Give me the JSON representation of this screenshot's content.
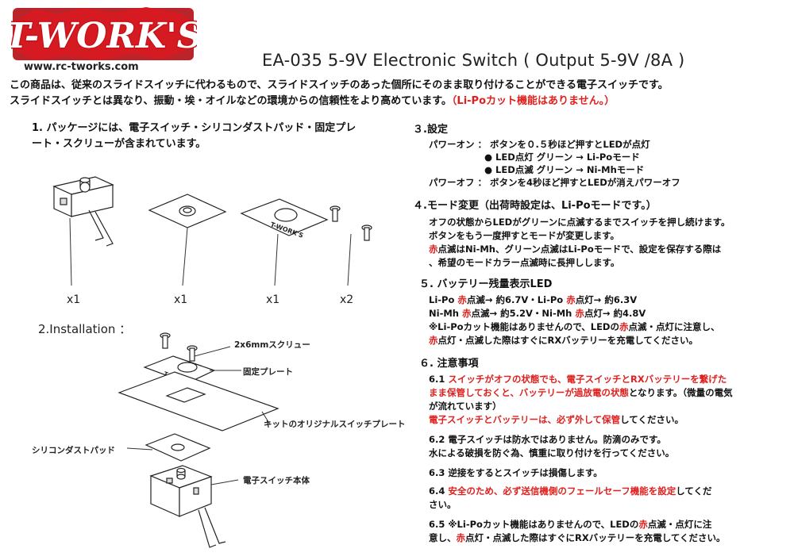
{
  "logo": {
    "text": "T-WORK'S",
    "url": "www.rc-tworks.com"
  },
  "header": {
    "title": "EA-035  5-9V Electronic  Switch ( Output 5-9V /8A )"
  },
  "intro": {
    "line1": "この商品は、従来のスライドスイッチに代わるもので、スライドスイッチのあった個所にそのまま取り付けることができる電子スイッチです。",
    "line2_pre": "スライドスイッチとは異なり、振動・埃・オイルなどの環境からの信頼性をより高めています。",
    "line2_red": "（Li-Poカット機能はありません。）"
  },
  "section1": {
    "line1": "1. パッケージには、電子スイッチ・シリコンダストパッド・固定プレ",
    "line2": "ート・スクリューが含まれています。",
    "qty": [
      "x1",
      "x1",
      "x1",
      "x2"
    ],
    "plate_logo": "T-WORK'S"
  },
  "section2": {
    "title": "2.Installation  ：",
    "labels": {
      "screw": "2x6mmスクリュー",
      "plate": "固定プレート",
      "orig": "キットのオリジナルスイッチプレート",
      "pad": "シリコンダストパッド",
      "body": "電子スイッチ本体"
    }
  },
  "section3": {
    "title": "３.設定",
    "on": "パワーオン ：  ボタンを０.５秒ほど押すとLEDが点灯",
    "b1": "● LED点灯 グリーン → Li-Poモード",
    "b2": "● LED点滅 グリーン → Ni-Mhモード",
    "off": "パワーオフ ： ボタンを4秒ほど押すとLEDが消えパワーオフ"
  },
  "section4": {
    "title": "４.モード変更（出荷時設定は、Li-Poモードです。）",
    "l1": "オフの状態からLEDがグリーンに点滅するまでスイッチを押し続けます。",
    "l2": "ボタンをもう一度押すとモードが変更します。",
    "l3_red": "赤",
    "l3": "点滅はNi-Mh、グリーン点滅はLi-Poモードで、設定を保存する際は",
    "l4": "、希望のモードカラー点滅時に長押しします。"
  },
  "section5": {
    "title": "５. バッテリー残量表示LED",
    "r1a": "Li-Po ",
    "r1b": "赤",
    "r1c": "点滅→ 約6.7V・Li-Po ",
    "r1d": "赤",
    "r1e": "点灯→ 約6.3V",
    "r2a": "Ni-Mh ",
    "r2b": "赤",
    "r2c": "点滅→ 約5.2V・Ni-Mh ",
    "r2d": "赤",
    "r2e": "点灯→ 約4.8V",
    "r3a": "※Li-Poカット機能はありませんので、LEDの",
    "r3b": "赤",
    "r3c": "点滅・点灯に注意し、",
    "r4a": "赤",
    "r4b": "点灯・点滅した際はすぐにRXバッテリーを充電してください。"
  },
  "section6": {
    "title": "６. 注意事項",
    "n61_num": "6.1 ",
    "n61_red": "スイッチがオフの状態でも、電子スイッチとRXバッテリーを繋げた",
    "n61_red2": "まま保管しておくと、バッテリーが過放電の状態",
    "n61_rest": "となります。（微量の電気",
    "n61_rest2": "が流れています）",
    "n61_red3": "電子スイッチとバッテリーは、必ず外して保管",
    "n61_rest3": "してください。",
    "n62a": "6.2  電子スイッチは防水ではありません。防滴のみです。",
    "n62b": "水による破損を防ぐ為、慎重に取り付けを行ってください。",
    "n63": "6.3  逆接をするとスイッチは損傷します。",
    "n64_num": "6.4  ",
    "n64_red": "安全のため、必ず送信機側のフェールセーフ機能を設定",
    "n64_rest": "してくだ",
    "n64_rest2": "さい。",
    "n65a": "6.5  ※Li-Poカット機能はありませんので、LEDの",
    "n65b": "赤",
    "n65c": "点滅・点灯に注",
    "n65d": "意し、",
    "n65e": "赤",
    "n65f": "点灯・点滅した際はすぐにRXバッテリーを充電してください。"
  },
  "colors": {
    "accent_red": "#e0201e",
    "logo_red": "#c8121a"
  }
}
